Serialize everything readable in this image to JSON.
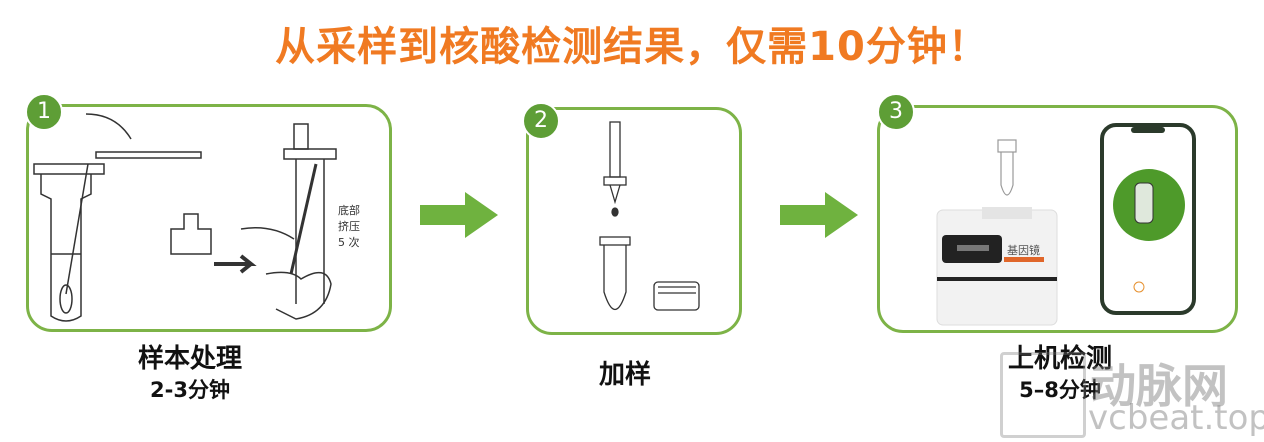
{
  "title": "从采样到核酸检测结果，仅需10分钟！",
  "accent_color": "#F07A22",
  "step_color": "#7DB347",
  "steps": [
    {
      "number": "1",
      "name": "样本处理",
      "time": "2-3分钟",
      "annotation": [
        "底部",
        "挤压",
        "5 次"
      ]
    },
    {
      "number": "2",
      "name": "加样"
    },
    {
      "number": "3",
      "name": "上机检测",
      "time": "5–8分钟",
      "device_label": "基因镜"
    }
  ],
  "watermark": {
    "brand": "动脉网",
    "site": "vcbeat.top"
  }
}
